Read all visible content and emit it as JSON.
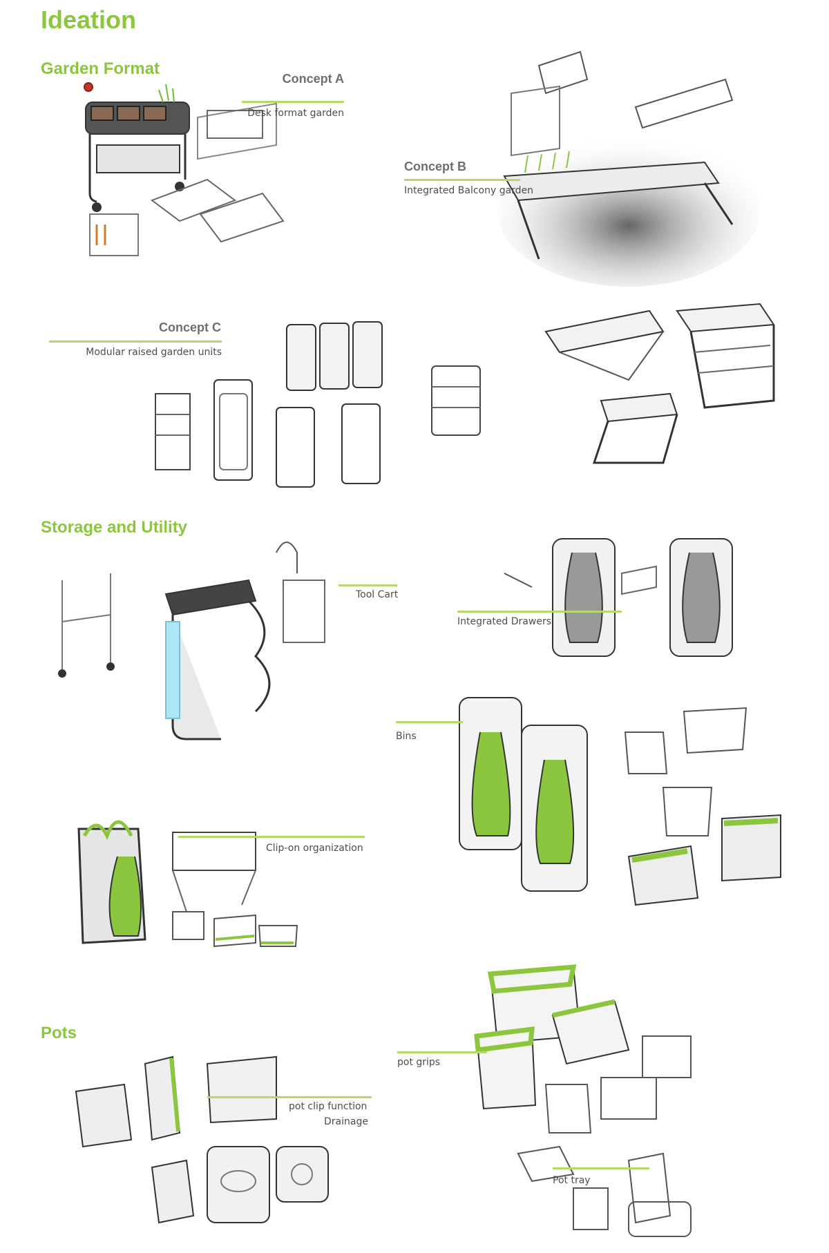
{
  "title": "Ideation",
  "accent_color": "#8cc63f",
  "line_color": "#b5d96a",
  "sections": {
    "garden_format": {
      "heading": "Garden Format",
      "concept_a": {
        "name": "Concept A",
        "caption": "Desk format garden"
      },
      "concept_b": {
        "name": "Concept B",
        "caption": "Integrated Balcony garden"
      },
      "concept_c": {
        "name": "Concept C",
        "caption": "Modular raised garden units"
      }
    },
    "storage": {
      "heading": "Storage and Utility",
      "tool_cart": "Tool Cart",
      "integrated_drawers": "Integrated Drawers",
      "bins": "Bins",
      "clip_on": "Clip-on organization"
    },
    "pots": {
      "heading": "Pots",
      "pot_clip": "pot clip function",
      "drainage": "Drainage",
      "pot_grips": "pot grips",
      "pot_tray": "Pot tray"
    }
  }
}
